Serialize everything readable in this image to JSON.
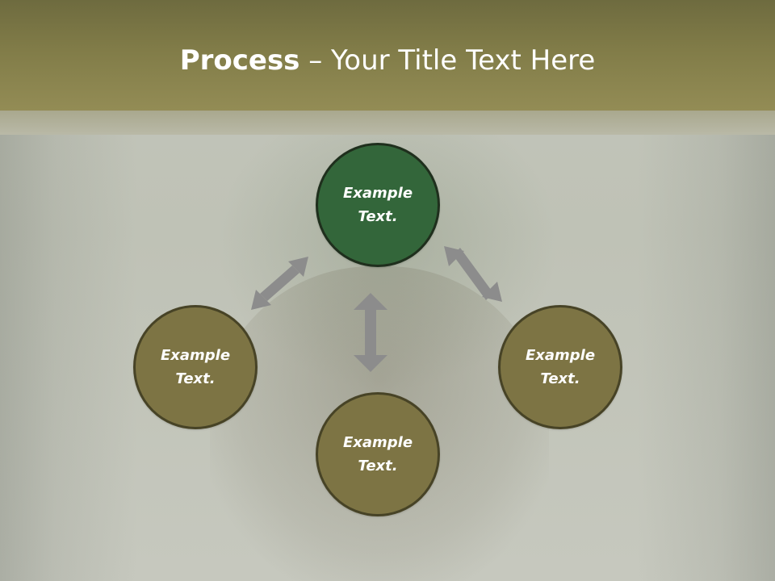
{
  "slide": {
    "title_bold": "Process",
    "title_rest": " – Your Title Text Here"
  },
  "diagram": {
    "nodes": [
      {
        "id": "top",
        "text": "Example\nText.",
        "color": "#33663a"
      },
      {
        "id": "left",
        "text": "Example\nText.",
        "color": "#7d7444"
      },
      {
        "id": "right",
        "text": "Example\nText.",
        "color": "#7d7444"
      },
      {
        "id": "bottom",
        "text": "Example\nText.",
        "color": "#7d7444"
      }
    ],
    "connectors": [
      {
        "from": "top",
        "to": "left",
        "style": "double-arrow"
      },
      {
        "from": "top",
        "to": "right",
        "style": "double-arrow"
      },
      {
        "from": "top",
        "to": "bottom",
        "style": "double-arrow"
      }
    ],
    "arrow_color": "#8c8c8c"
  },
  "colors": {
    "header": "#817c48",
    "background": "#c3c6bb"
  }
}
